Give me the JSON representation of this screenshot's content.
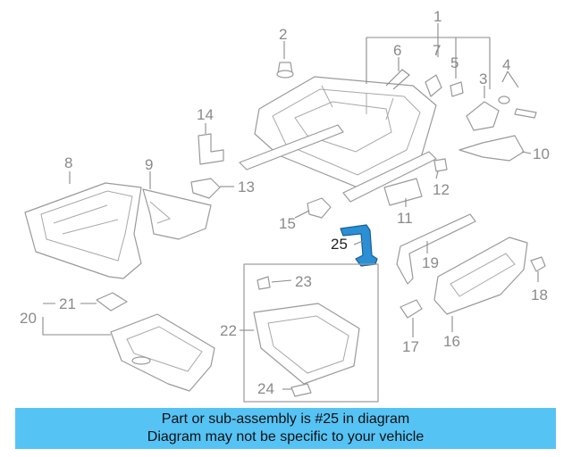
{
  "callouts": {
    "c1": "1",
    "c2": "2",
    "c3": "3",
    "c4": "4",
    "c5": "5",
    "c6": "6",
    "c7": "7",
    "c8": "8",
    "c9": "9",
    "c10": "10",
    "c11": "11",
    "c12": "12",
    "c13": "13",
    "c14": "14",
    "c15": "15",
    "c16": "16",
    "c17": "17",
    "c18": "18",
    "c19": "19",
    "c20": "20",
    "c21": "21",
    "c22": "22",
    "c23": "23",
    "c24": "24",
    "c25": "25"
  },
  "highlight": {
    "part": "25",
    "color": "#2b8fd6"
  },
  "banner": {
    "line1": "Part or sub-assembly is #25 in diagram",
    "line2": "Diagram may not be specific to your vehicle",
    "background": "#56c3f5"
  }
}
